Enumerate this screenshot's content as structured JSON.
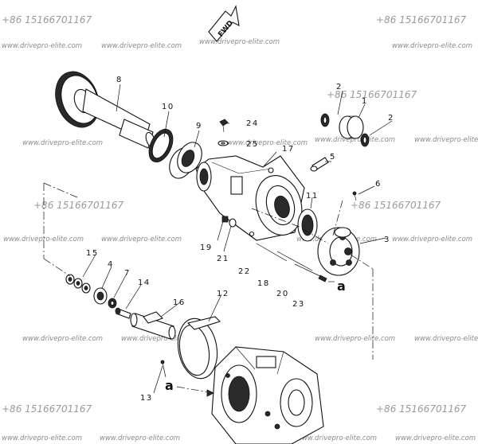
{
  "direction_label": "FWD",
  "reference_letter": "a",
  "watermarks": {
    "phone": "+86 15166701167",
    "site": "www.drivepro-elite.com"
  },
  "callouts": {
    "c1": "1",
    "c2a": "2",
    "c2b": "2",
    "c3": "3",
    "c4": "4",
    "c5": "5",
    "c6": "6",
    "c7": "7",
    "c8": "8",
    "c9": "9",
    "c10": "10",
    "c11": "11",
    "c12": "12",
    "c13": "13",
    "c14": "14",
    "c15": "15",
    "c16": "16",
    "c17": "17",
    "c18": "18",
    "c19": "19",
    "c20": "20",
    "c21": "21",
    "c22": "22",
    "c23": "23",
    "c24": "24",
    "c25": "25"
  },
  "colors": {
    "line": "#111111",
    "watermark": "#9a9a9a"
  }
}
